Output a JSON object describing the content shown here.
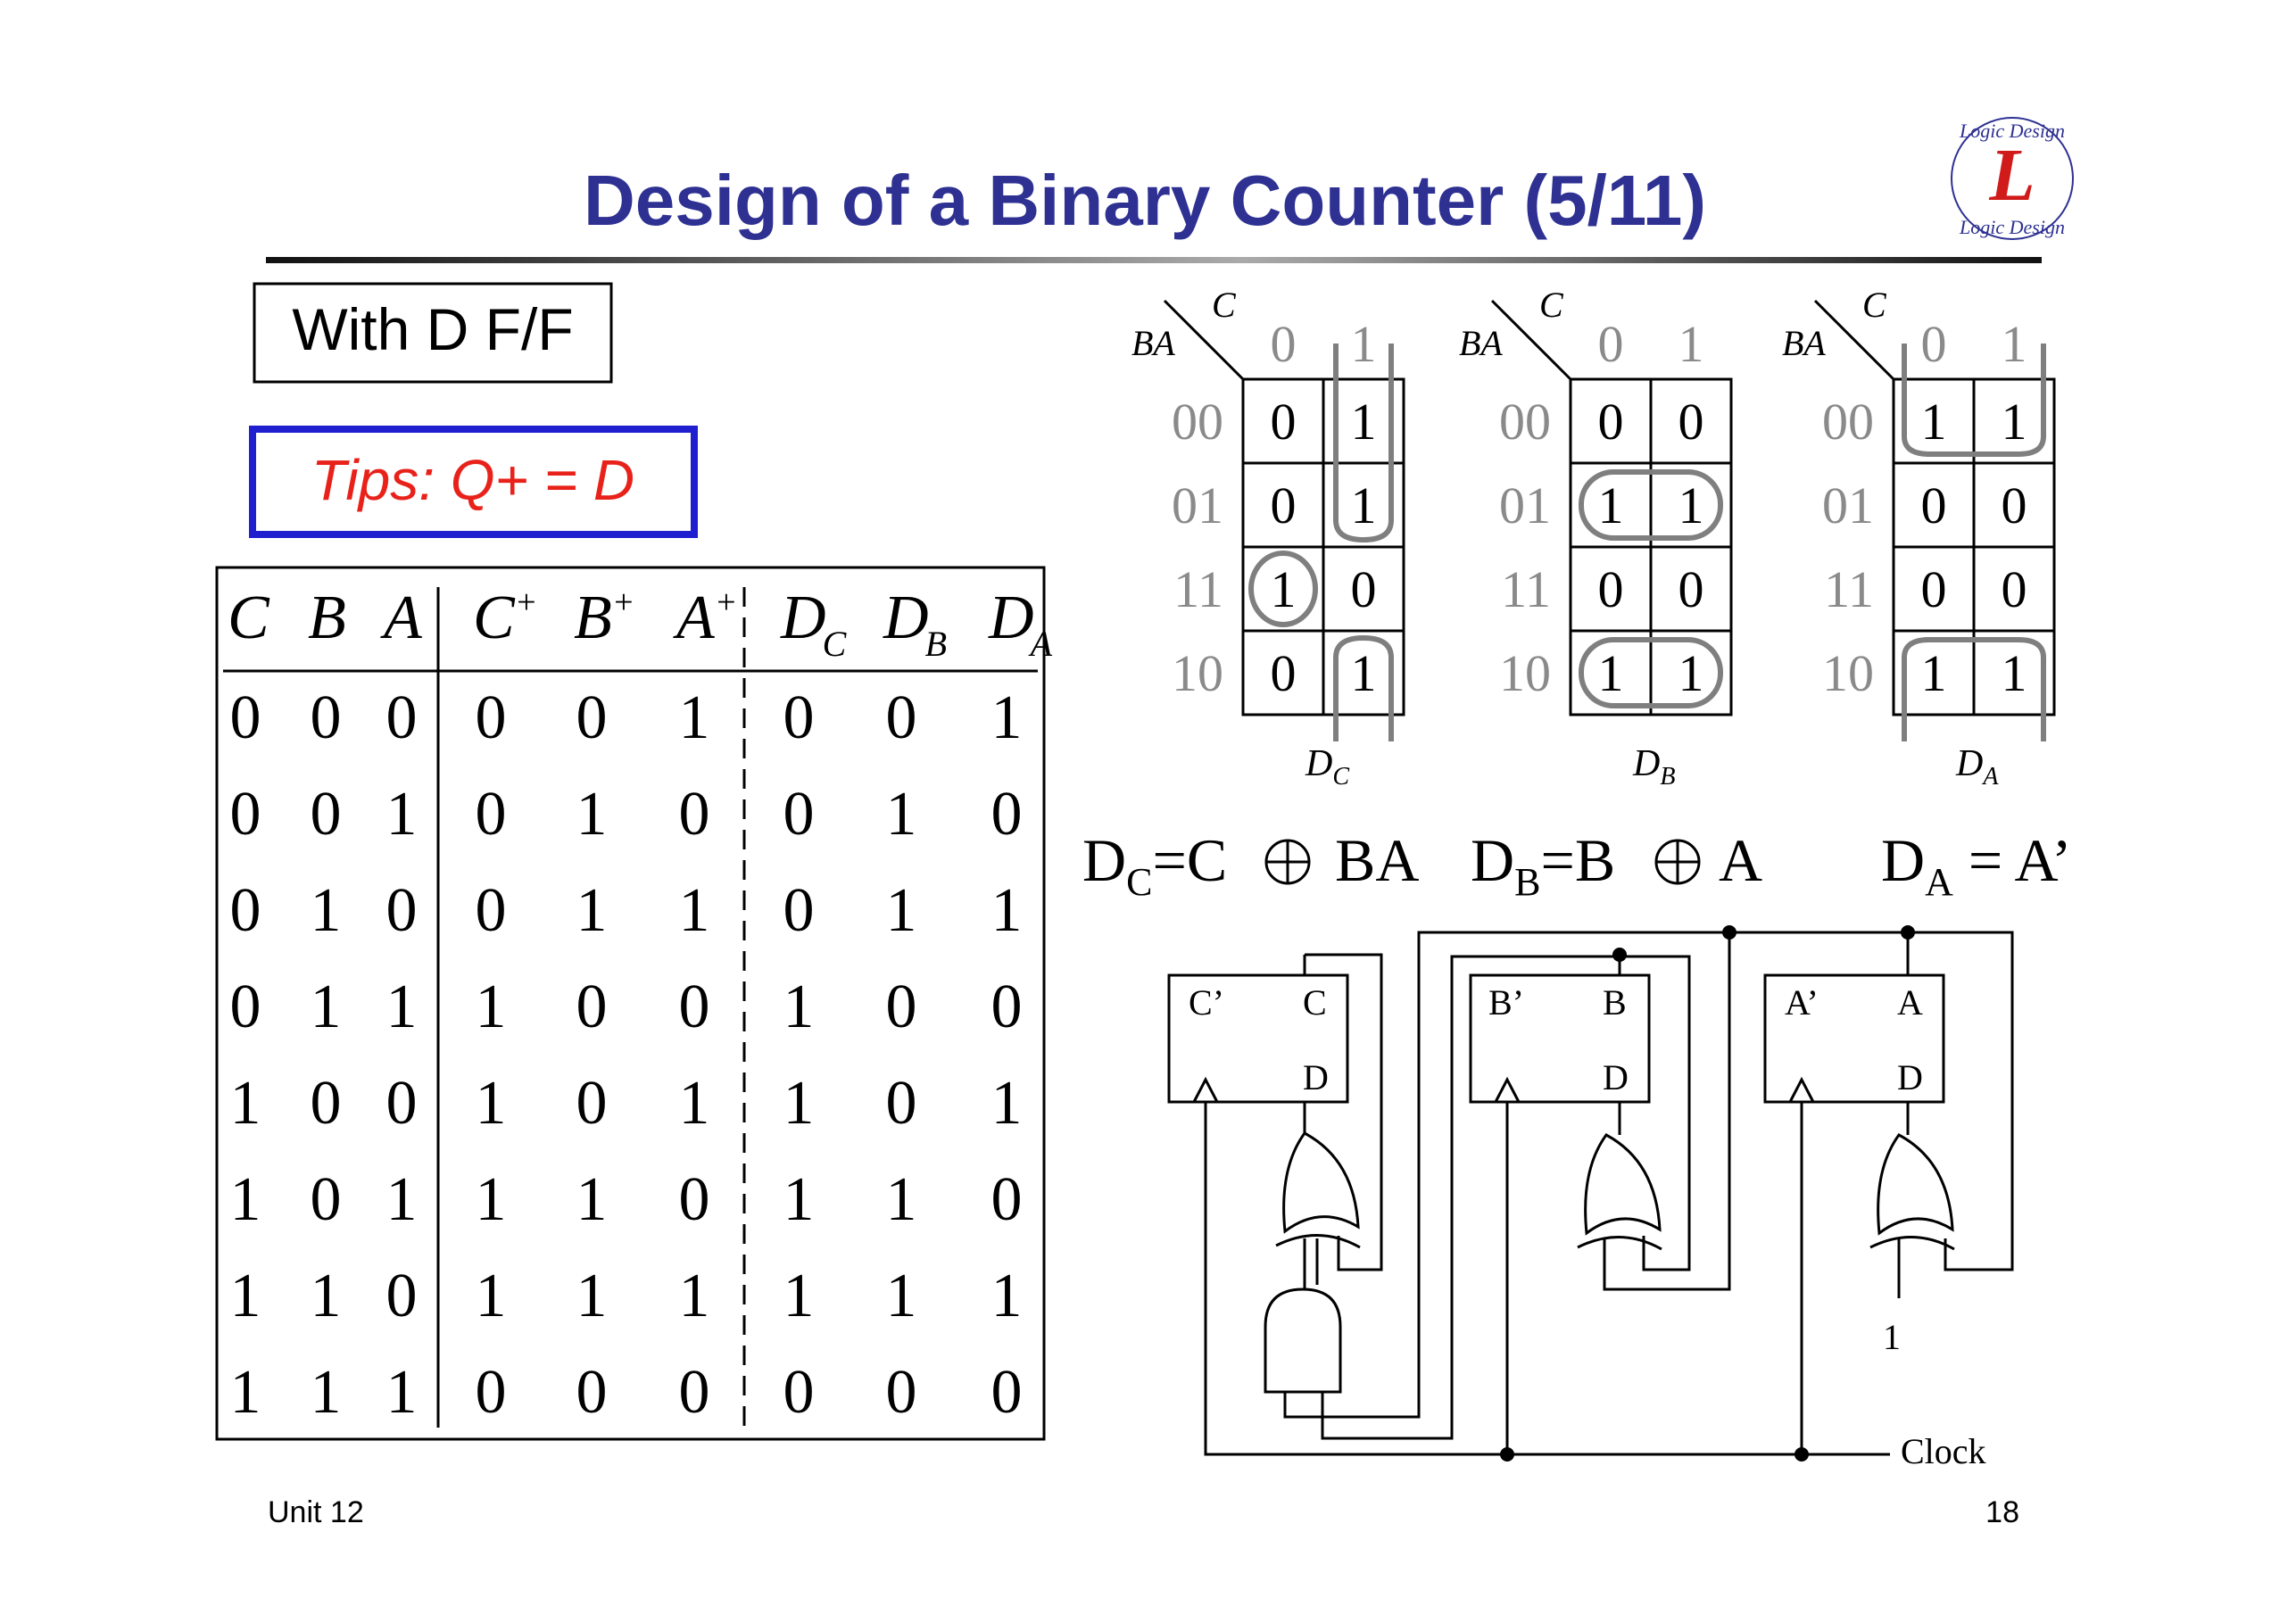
{
  "slide": {
    "title": "Design of a Binary Counter (5/11)",
    "logo_text": "Logic Design",
    "logo_letter": "L",
    "label_box": "With D F/F",
    "tips_box": "Tips: Q+ = D",
    "footer_left": "Unit 12",
    "footer_right": "18",
    "colors": {
      "title": "#2e3192",
      "tips_text": "#e8221a",
      "tips_border": "#1f1fd0",
      "karnaugh_index": "#8a8a8a",
      "grouping": "#7f7f7f"
    }
  },
  "truth_table": {
    "headers": [
      {
        "main": "C",
        "sup": "",
        "sub": ""
      },
      {
        "main": "B",
        "sup": "",
        "sub": ""
      },
      {
        "main": "A",
        "sup": "",
        "sub": ""
      },
      {
        "main": "C",
        "sup": "+",
        "sub": ""
      },
      {
        "main": "B",
        "sup": "+",
        "sub": ""
      },
      {
        "main": "A",
        "sup": "+",
        "sub": ""
      },
      {
        "main": "D",
        "sup": "",
        "sub": "C"
      },
      {
        "main": "D",
        "sup": "",
        "sub": "B"
      },
      {
        "main": "D",
        "sup": "",
        "sub": "A"
      }
    ],
    "rows": [
      [
        "0",
        "0",
        "0",
        "0",
        "0",
        "1",
        "0",
        "0",
        "1"
      ],
      [
        "0",
        "0",
        "1",
        "0",
        "1",
        "0",
        "0",
        "1",
        "0"
      ],
      [
        "0",
        "1",
        "0",
        "0",
        "1",
        "1",
        "0",
        "1",
        "1"
      ],
      [
        "0",
        "1",
        "1",
        "1",
        "0",
        "0",
        "1",
        "0",
        "0"
      ],
      [
        "1",
        "0",
        "0",
        "1",
        "0",
        "1",
        "1",
        "0",
        "1"
      ],
      [
        "1",
        "0",
        "1",
        "1",
        "1",
        "0",
        "1",
        "1",
        "0"
      ],
      [
        "1",
        "1",
        "0",
        "1",
        "1",
        "1",
        "1",
        "1",
        "1"
      ],
      [
        "1",
        "1",
        "1",
        "0",
        "0",
        "0",
        "0",
        "0",
        "0"
      ]
    ]
  },
  "kmaps": [
    {
      "var_col": "C",
      "var_row": "BA",
      "col_labels": [
        "0",
        "1"
      ],
      "row_labels": [
        "00",
        "01",
        "11",
        "10"
      ],
      "cells": [
        [
          "0",
          "1"
        ],
        [
          "0",
          "1"
        ],
        [
          "1",
          "0"
        ],
        [
          "0",
          "1"
        ]
      ],
      "label_main": "D",
      "label_sub": "C"
    },
    {
      "var_col": "C",
      "var_row": "BA",
      "col_labels": [
        "0",
        "1"
      ],
      "row_labels": [
        "00",
        "01",
        "11",
        "10"
      ],
      "cells": [
        [
          "0",
          "0"
        ],
        [
          "1",
          "1"
        ],
        [
          "0",
          "0"
        ],
        [
          "1",
          "1"
        ]
      ],
      "label_main": "D",
      "label_sub": "B"
    },
    {
      "var_col": "C",
      "var_row": "BA",
      "col_labels": [
        "0",
        "1"
      ],
      "row_labels": [
        "00",
        "01",
        "11",
        "10"
      ],
      "cells": [
        [
          "1",
          "1"
        ],
        [
          "0",
          "0"
        ],
        [
          "0",
          "0"
        ],
        [
          "1",
          "1"
        ]
      ],
      "label_main": "D",
      "label_sub": "A"
    }
  ],
  "equations": [
    {
      "lhs": "D",
      "sub": "C",
      "rhs_a": "=C",
      "rhs_b": "BA"
    },
    {
      "lhs": "D",
      "sub": "B",
      "rhs_a": "=B",
      "rhs_b": "A"
    },
    {
      "lhs": "D",
      "sub": "A",
      "rhs_a": " = A’",
      "rhs_b": ""
    }
  ],
  "circuit": {
    "flipflops": [
      {
        "q_bar": "C’",
        "q": "C",
        "d": "D"
      },
      {
        "q_bar": "B’",
        "q": "B",
        "d": "D"
      },
      {
        "q_bar": "A’",
        "q": "A",
        "d": "D"
      }
    ],
    "constant_one": "1",
    "clock_label": "Clock"
  }
}
